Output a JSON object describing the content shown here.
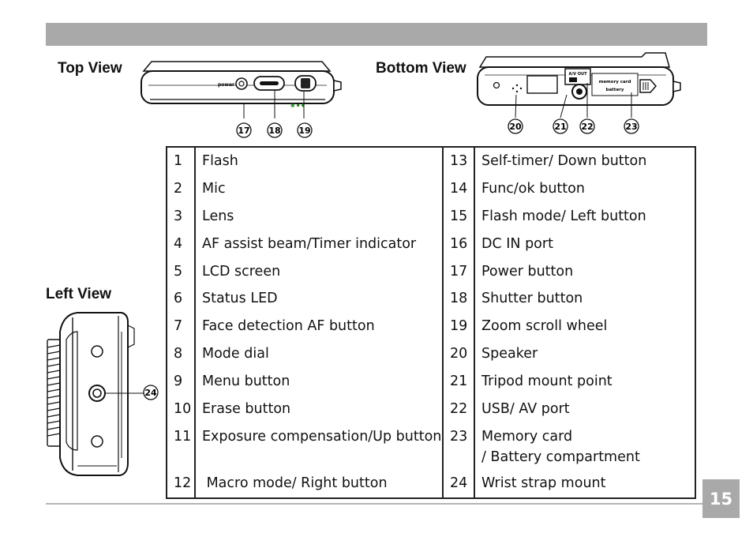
{
  "views": {
    "top_label": "Top View",
    "bottom_label": "Bottom View",
    "left_label": "Left View"
  },
  "top_view": {
    "power_text": "power",
    "callouts": [
      "17",
      "18",
      "19"
    ]
  },
  "bottom_view": {
    "av_out_text": "A/V OUT",
    "card_text_1": "memory card",
    "card_text_2": "battery",
    "callouts": [
      "20",
      "21",
      "22",
      "23"
    ]
  },
  "left_view": {
    "callouts": [
      "24"
    ]
  },
  "parts": {
    "left": [
      {
        "num": "1",
        "label": "Flash"
      },
      {
        "num": "2",
        "label": "Mic"
      },
      {
        "num": "3",
        "label": "Lens"
      },
      {
        "num": "4",
        "label": "AF assist beam/Timer indicator"
      },
      {
        "num": "5",
        "label": "LCD screen"
      },
      {
        "num": "6",
        "label": "Status LED"
      },
      {
        "num": "7",
        "label": "Face detection AF button"
      },
      {
        "num": "8",
        "label": "Mode dial"
      },
      {
        "num": "9",
        "label": "Menu button"
      },
      {
        "num": "10",
        "label": "Erase button"
      },
      {
        "num": "11",
        "label": "Exposure compensation/Up button"
      },
      {
        "num": "12",
        "label": " Macro mode/ Right button"
      }
    ],
    "right": [
      {
        "num": "13",
        "label": "Self-timer/ Down button"
      },
      {
        "num": "14",
        "label": "Func/ok button"
      },
      {
        "num": "15",
        "label": "Flash mode/ Left button"
      },
      {
        "num": "16",
        "label": "DC IN port"
      },
      {
        "num": "17",
        "label": "Power button"
      },
      {
        "num": "18",
        "label": "Shutter button"
      },
      {
        "num": "19",
        "label": "Zoom scroll wheel"
      },
      {
        "num": "20",
        "label": "Speaker"
      },
      {
        "num": "21",
        "label": "Tripod mount point"
      },
      {
        "num": "22",
        "label": "USB/ AV port"
      },
      {
        "num": "23",
        "label": "Memory card",
        "label2": "/ Battery compartment"
      },
      {
        "num": "24",
        "label": "Wrist strap mount"
      }
    ]
  },
  "page_number": "15"
}
